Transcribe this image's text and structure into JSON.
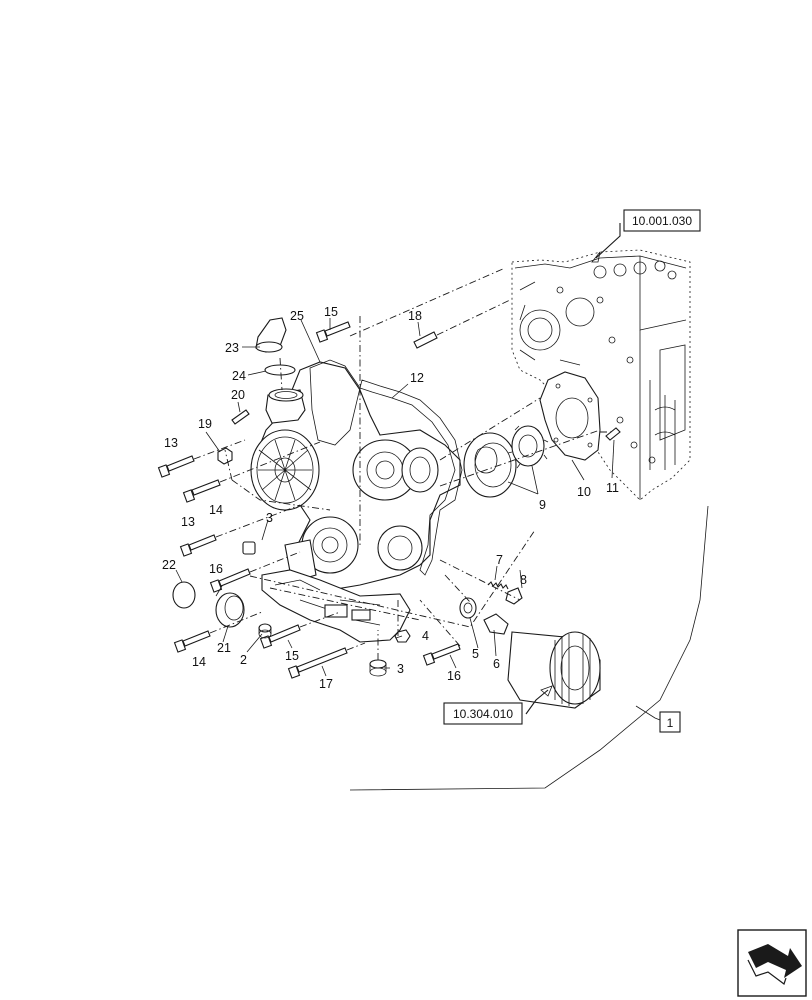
{
  "references": {
    "engine_block": "10.001.030",
    "oil_filter": "10.304.010",
    "group": "1"
  },
  "callouts": {
    "c1": "1",
    "c2": "2",
    "c3a": "3",
    "c3b": "3",
    "c4": "4",
    "c5": "5",
    "c6": "6",
    "c7": "7",
    "c8": "8",
    "c9": "9",
    "c10": "10",
    "c11": "11",
    "c12": "12",
    "c13a": "13",
    "c13b": "13",
    "c14a": "14",
    "c14b": "14",
    "c15a": "15",
    "c15b": "15",
    "c16a": "16",
    "c16b": "16",
    "c17": "17",
    "c18": "18",
    "c19": "19",
    "c20": "20",
    "c21": "21",
    "c22": "22",
    "c23": "23",
    "c24": "24",
    "c25": "25"
  },
  "icons": {
    "nav": "next-page-arrow-icon"
  }
}
